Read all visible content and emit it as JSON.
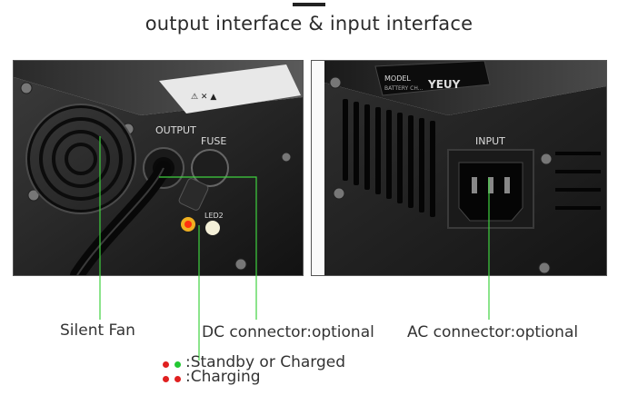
{
  "title": "output interface & input interface",
  "left_photo": {
    "panel_labels": [
      "OUTPUT",
      "FUSE",
      "LED2"
    ]
  },
  "right_photo": {
    "panel_label": "INPUT",
    "brand": "YEUY",
    "model_text": "MODEL",
    "sub_text": "BATTERY CH..."
  },
  "annotations": {
    "fan": "Silent Fan",
    "dc": "DC connector:optional",
    "ac": "AC connector:optional"
  },
  "led_legend": [
    {
      "text": ":Standby or Charged",
      "dot1": "#e02020",
      "dot2": "#22c832"
    },
    {
      "text": ":Charging",
      "dot1": "#e02020",
      "dot2": "#e02020"
    }
  ],
  "colors": {
    "callout_line": "#3fd13f",
    "red": "#e02020",
    "green": "#22c832"
  }
}
